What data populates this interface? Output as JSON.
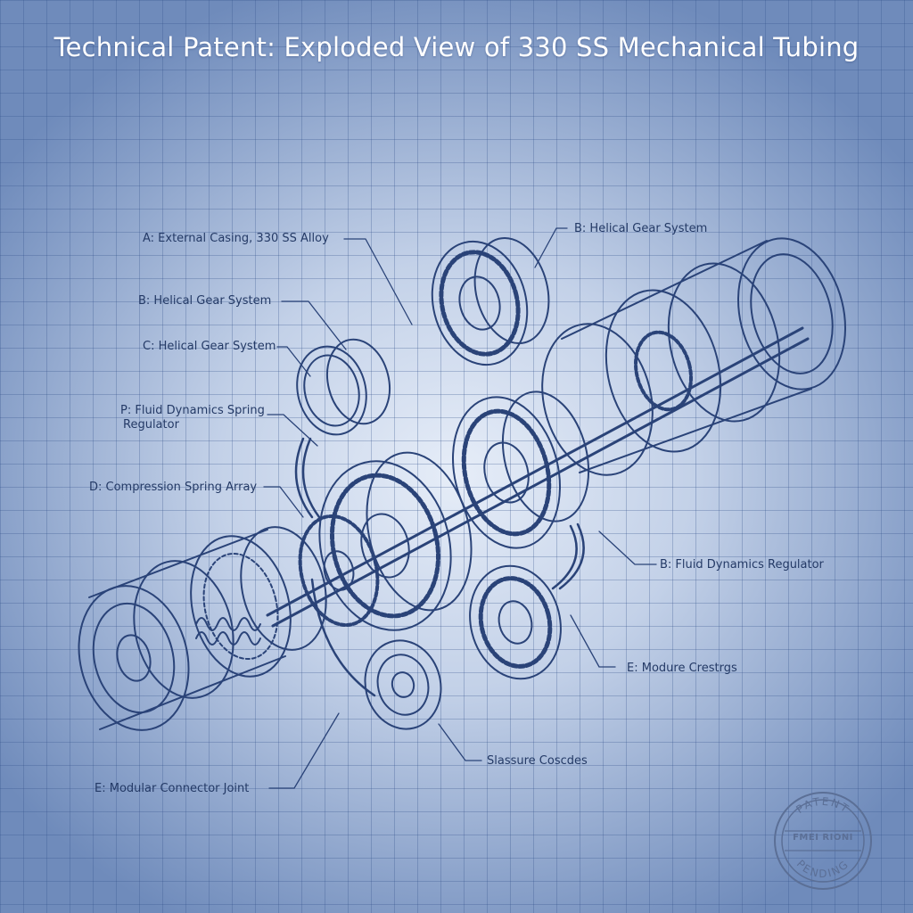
{
  "title": "Technical Patent: Exploded View of 330 SS Mechanical Tubing",
  "labels": {
    "a_casing": "A: External Casing, 330 SS Alloy",
    "b_helical_left": "B: Helical Gear System",
    "c_helical": "C: Helical Gear System",
    "p_spring_line1": "P: Fluid Dynamics Spring",
    "p_spring_line2": "Regulator",
    "d_compression": "D: Compression Spring Array",
    "e_connector": "E: Modular Connector Joint",
    "b_helical_top": "B: Helical Gear System",
    "b_fluid": "B: Fluid Dynamics Regulator",
    "e_modure": "E:  Modure Crestrgs",
    "slassure": "Slassure Coscdes"
  },
  "stamp": {
    "top": "PATENT",
    "middle": "FMEI RIONI",
    "bottom": "PENDING"
  },
  "colors": {
    "line": "#2a4378",
    "background": "#c3d1e8",
    "title": "#ffffff"
  }
}
